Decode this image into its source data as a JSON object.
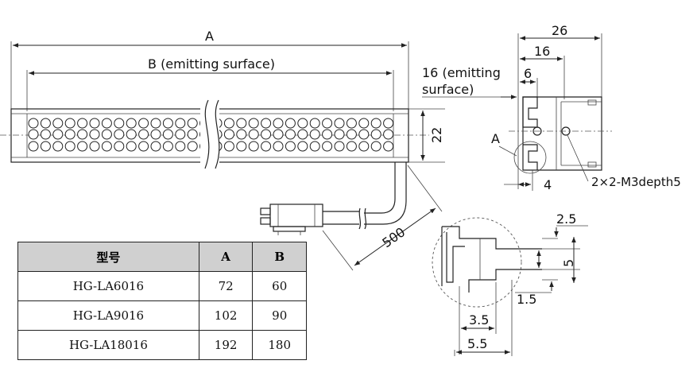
{
  "front_view": {
    "dim_A": "A",
    "dim_B": "B (emitting surface)",
    "dim_height": "22",
    "dim_cable": "500"
  },
  "side_view": {
    "dim_26": "26",
    "dim_16": "16",
    "dim_6": "6",
    "dim_emitting_line1": "16 (emitting",
    "dim_emitting_line2": "surface)",
    "label_A": "A",
    "dim_4": "4",
    "dim_holes": "2×2-M3depth5"
  },
  "detail_view": {
    "dim_2_5": "2.5",
    "dim_5": "5",
    "dim_1_5": "1.5",
    "dim_3_5": "3.5",
    "dim_5_5": "5.5"
  },
  "table": {
    "headers": [
      "型号",
      "A",
      "B"
    ],
    "rows": [
      [
        "HG-LA6016",
        "72",
        "60"
      ],
      [
        "HG-LA9016",
        "102",
        "90"
      ],
      [
        "HG-LA18016",
        "192",
        "180"
      ]
    ]
  }
}
